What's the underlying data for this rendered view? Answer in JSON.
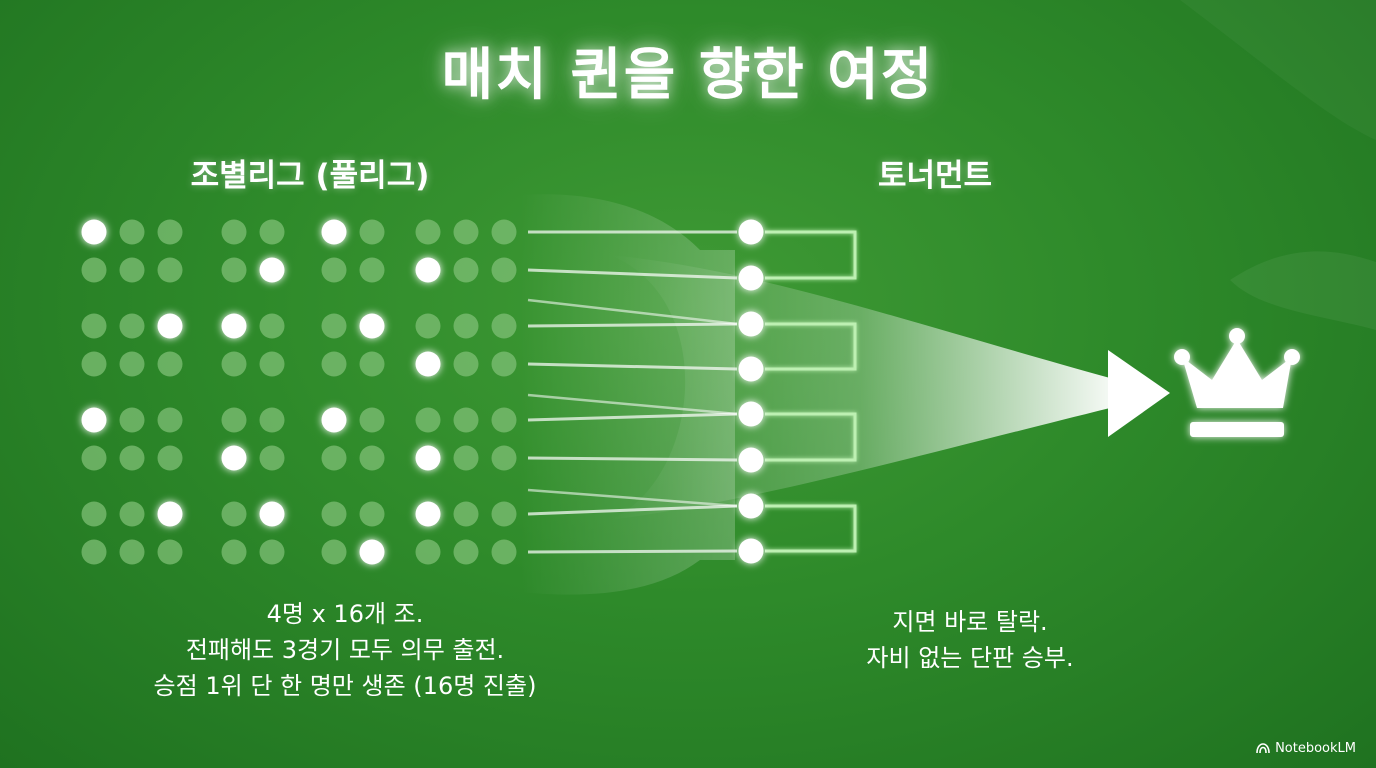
{
  "title": "매치 퀸을 향한 여정",
  "left_heading": "조별리그 (풀리그)",
  "right_heading": "토너먼트",
  "left_caption": [
    "4명 x 16개 조.",
    "전패해도 3경기 모두 의무 출전.",
    "승점 1위 단 한 명만 생존 (16명 진출)"
  ],
  "right_caption": [
    "지면 바로 탈락.",
    "자비 없는 단판 승부."
  ],
  "brand": "NotebookLM",
  "icons": {
    "trophy": "crown-icon",
    "arrow": "arrow-right-icon",
    "brand": "notebooklm-logo-icon"
  },
  "colors": {
    "background": "#2e8a2a",
    "dot_dim": "#7fbf76",
    "dot_winner": "#ffffff",
    "bracket_line": "#bdf0b2"
  },
  "group_stage": {
    "groups": 16,
    "players_per_group": 4,
    "winner_slot_by_group": [
      0,
      3,
      0,
      3,
      2,
      0,
      1,
      3,
      0,
      2,
      0,
      3,
      2,
      1,
      3,
      0
    ]
  },
  "tournament": {
    "entrants": 8,
    "rounds": 3
  }
}
